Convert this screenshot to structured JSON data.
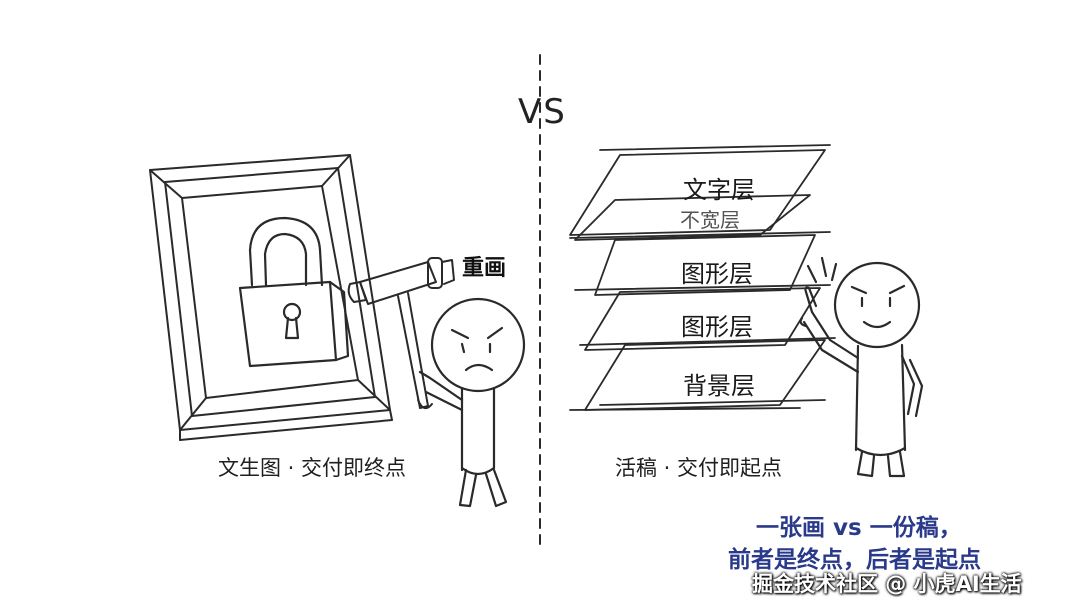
{
  "vs_label": "VS",
  "left": {
    "caption": "文生图 · 交付即终点",
    "sound_effect": "重画"
  },
  "right": {
    "caption": "活稿 · 交付即起点",
    "layers": [
      "文字层",
      "不宽层",
      "图形层",
      "图形层",
      "背景层"
    ]
  },
  "summary": {
    "line1": "一张画 vs 一份稿，",
    "line2": "前者是终点，后者是起点"
  },
  "watermark": "掘金技术社区 @ 小虎AI生活",
  "colors": {
    "caption_blue": "#2a3a8a",
    "ink": "#222222"
  }
}
